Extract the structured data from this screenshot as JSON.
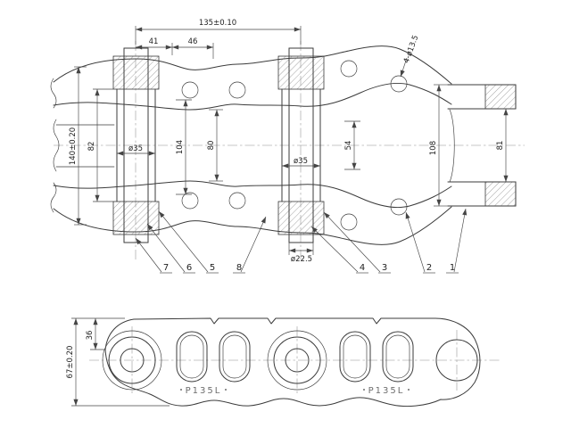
{
  "top_view": {
    "dim_pitch": "135±0.10",
    "dim_41": "41",
    "dim_46": "46",
    "dim_holes": "4-ø13.5",
    "dim_height": "140±0.20",
    "dim_82": "82",
    "dim_bush_dia_left": "ø35",
    "dim_104": "104",
    "dim_80": "80",
    "dim_bush_dia_right": "ø35",
    "dim_54": "54",
    "dim_108": "108",
    "dim_81": "81",
    "dim_pin_dia": "ø22.5",
    "balloons": [
      "7",
      "6",
      "5",
      "8",
      "4",
      "3",
      "2",
      "1"
    ]
  },
  "bottom_view": {
    "dim_36": "36",
    "dim_height": "67±0.20",
    "marking_left": "P135L",
    "marking_right": "P135L"
  },
  "colors": {
    "line": "#3b3b3b",
    "background": "#ffffff"
  }
}
